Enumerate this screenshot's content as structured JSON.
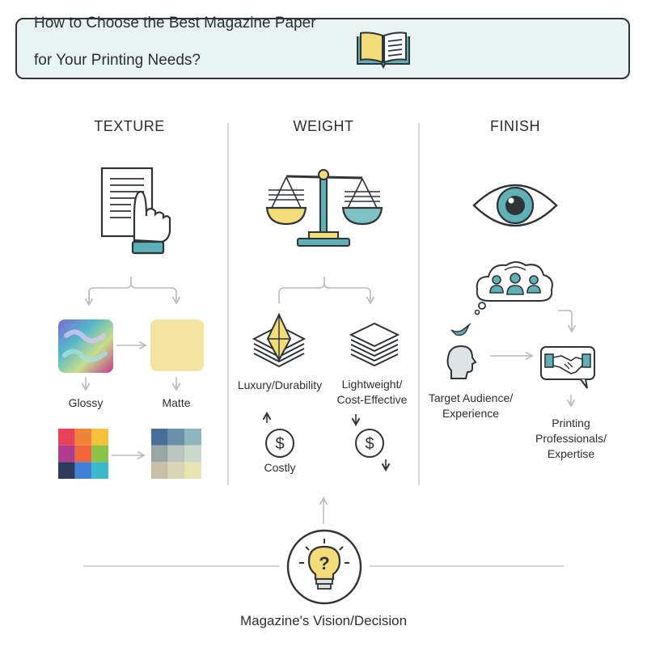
{
  "header": {
    "title_line1": "How to Choose the Best Magazine Paper",
    "title_line2": "for Your Printing Needs?",
    "icon": "open-book-icon"
  },
  "columns": [
    {
      "heading": "TEXTURE",
      "icon": "document-hand-icon",
      "options": [
        {
          "label": "Glossy",
          "swatch": "glossy-gradient-swatch"
        },
        {
          "label": "Matte",
          "swatch": "matte-cream-swatch"
        }
      ],
      "palettes": {
        "vivid": [
          "#e8425a",
          "#f0833a",
          "#f6c13b",
          "#b03a8c",
          "#f2663b",
          "#8bc34a",
          "#2e3a59",
          "#3f7fd6",
          "#3cb9c9"
        ],
        "muted": [
          "#4a6e9a",
          "#6b8fa6",
          "#8fb5be",
          "#9aa6a4",
          "#b8c4bd",
          "#c9d8c9",
          "#c7c0a5",
          "#d9d6b8",
          "#e7e3b3"
        ]
      }
    },
    {
      "heading": "WEIGHT",
      "icon": "balance-scale-icon",
      "options": [
        {
          "label": "Luxury/Durability",
          "icon": "diamond-stack-icon"
        },
        {
          "label_line1": "Lightweight/",
          "label_line2": "Cost-Effective",
          "icon": "paper-stack-icon"
        }
      ],
      "cost_label": "Costly"
    },
    {
      "heading": "FINISH",
      "icon": "eye-icon",
      "audience_label_line1": "Target Audience/",
      "audience_label_line2": "Experience",
      "pro_label_line1": "Printing",
      "pro_label_line2": "Professionals/",
      "pro_label_line3": "Expertise"
    }
  ],
  "footer": {
    "decision_label": "Magazine's Vision/Decision",
    "icon": "lightbulb-question-icon"
  },
  "colors": {
    "accent_teal": "#5fb0b7",
    "accent_yellow": "#f2dd7a",
    "outline": "#2f3438",
    "connector": "#b9bec2",
    "title_bg": "#e9f3f2"
  }
}
